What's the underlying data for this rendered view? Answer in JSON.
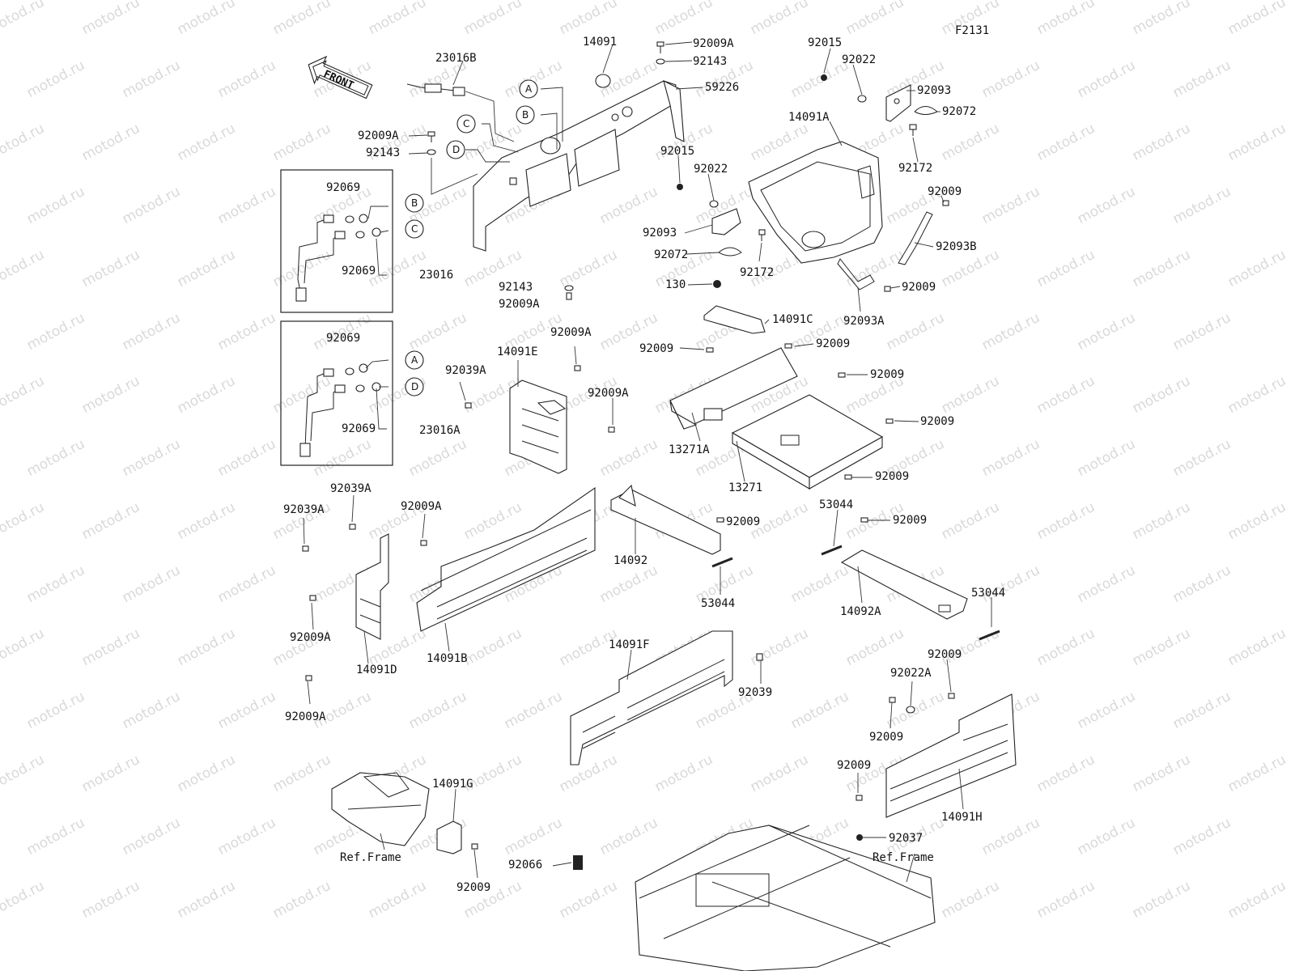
{
  "figure_code": "F2131",
  "direction_label": "FRONT",
  "watermark_text": "motod.ru",
  "ref_labels": [
    "Ref.Frame",
    "Ref.Frame"
  ],
  "callouts": [
    {
      "label": "14091"
    },
    {
      "label": "92009A"
    },
    {
      "label": "92143"
    },
    {
      "label": "59226"
    },
    {
      "label": "23016B"
    },
    {
      "label": "92009A"
    },
    {
      "label": "92143"
    },
    {
      "label": "92015"
    },
    {
      "label": "92022"
    },
    {
      "label": "92093"
    },
    {
      "label": "92072"
    },
    {
      "label": "92172"
    },
    {
      "label": "14091A"
    },
    {
      "label": "92009"
    },
    {
      "label": "92093B"
    },
    {
      "label": "92009"
    },
    {
      "label": "92093A"
    },
    {
      "label": "92015"
    },
    {
      "label": "92022"
    },
    {
      "label": "92093"
    },
    {
      "label": "92072"
    },
    {
      "label": "92172"
    },
    {
      "label": "92069"
    },
    {
      "label": "92069"
    },
    {
      "label": "23016"
    },
    {
      "label": "92143"
    },
    {
      "label": "92009A"
    },
    {
      "label": "130"
    },
    {
      "label": "14091C"
    },
    {
      "label": "92009"
    },
    {
      "label": "92009"
    },
    {
      "label": "92009"
    },
    {
      "label": "92009"
    },
    {
      "label": "13271A"
    },
    {
      "label": "13271"
    },
    {
      "label": "92009"
    },
    {
      "label": "92069"
    },
    {
      "label": "92069"
    },
    {
      "label": "23016A"
    },
    {
      "label": "14091E"
    },
    {
      "label": "92009A"
    },
    {
      "label": "92039A"
    },
    {
      "label": "92009A"
    },
    {
      "label": "92039A"
    },
    {
      "label": "92039A"
    },
    {
      "label": "92009A"
    },
    {
      "label": "92009A"
    },
    {
      "label": "14091D"
    },
    {
      "label": "14091B"
    },
    {
      "label": "92009A"
    },
    {
      "label": "14092"
    },
    {
      "label": "92009"
    },
    {
      "label": "53044"
    },
    {
      "label": "53044"
    },
    {
      "label": "92009"
    },
    {
      "label": "14092A"
    },
    {
      "label": "53044"
    },
    {
      "label": "14091F"
    },
    {
      "label": "92039"
    },
    {
      "label": "92009"
    },
    {
      "label": "92022A"
    },
    {
      "label": "92009"
    },
    {
      "label": "92009"
    },
    {
      "label": "14091H"
    },
    {
      "label": "14091G"
    },
    {
      "label": "92009"
    },
    {
      "label": "92066"
    },
    {
      "label": "92037"
    }
  ],
  "ref_circles": [
    {
      "letter": "A"
    },
    {
      "letter": "B"
    },
    {
      "letter": "C"
    },
    {
      "letter": "D"
    },
    {
      "letter": "B"
    },
    {
      "letter": "C"
    },
    {
      "letter": "A"
    },
    {
      "letter": "D"
    }
  ]
}
